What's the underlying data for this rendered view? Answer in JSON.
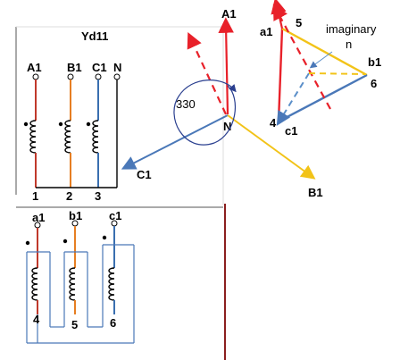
{
  "title": "Yd11",
  "primary": {
    "terminals": [
      "A1",
      "B1",
      "C1",
      "N"
    ],
    "bottom_numbers": [
      "1",
      "2",
      "3"
    ],
    "colors": [
      "#c0392b",
      "#e67e22",
      "#3a6fb0"
    ]
  },
  "secondary": {
    "terminals": [
      "a1",
      "b1",
      "c1"
    ],
    "bottom_numbers": [
      "4",
      "5",
      "6"
    ]
  },
  "star_phasor": {
    "labels": {
      "a1_top": "A1",
      "b1": "B1",
      "c1": "C1",
      "neutral": "N"
    },
    "angle_label": "330"
  },
  "delta_phasor": {
    "labels": {
      "a1": "a1",
      "five": "5",
      "b1": "b1",
      "six": "6",
      "four": "4",
      "c1": "c1",
      "imaginary": "imaginary",
      "n": "n"
    }
  },
  "colors": {
    "red": "#e8212a",
    "yellow": "#f2c318",
    "blue": "#4a78b8",
    "darkred": "#8b1e1e",
    "dashed_red": "#e8212a",
    "dashed_blue": "#5b8fc9",
    "dashed_yellow": "#f2c318"
  }
}
